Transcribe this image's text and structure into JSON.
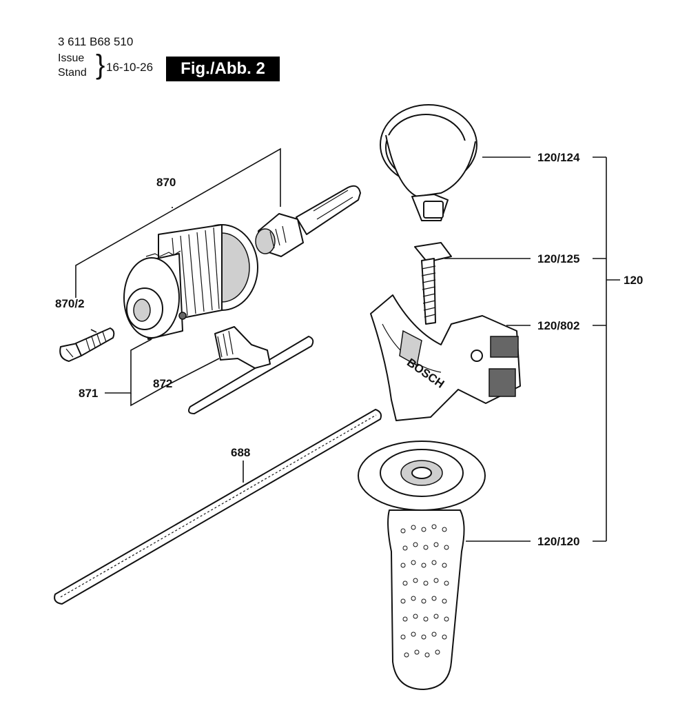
{
  "header": {
    "part_number": "3 611 B68 510",
    "issue_label": "Issue",
    "stand_label": "Stand",
    "brace": "}",
    "issue_date": "16-10-26",
    "figure": "Fig./Abb. 2"
  },
  "parts": {
    "p870": "870",
    "p870_2": "870/2",
    "p871": "871",
    "p872": "872",
    "p688": "688",
    "p120_124": "120/124",
    "p120_125": "120/125",
    "p120_802": "120/802",
    "p120_120": "120/120",
    "p120": "120"
  },
  "brand": {
    "logo_text": "BOSCH"
  }
}
